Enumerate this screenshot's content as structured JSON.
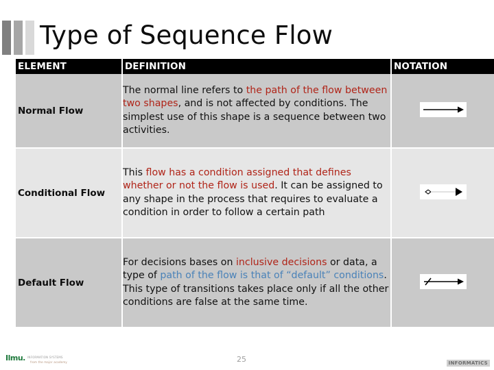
{
  "slide": {
    "title": "Type of Sequence Flow",
    "page_number": "25",
    "decor_colors": [
      "#808080",
      "#a6a6a6",
      "#d9d9d9"
    ]
  },
  "colors": {
    "header_bg": "#000000",
    "header_text": "#ffffff",
    "row_shade_dark": "#c9c9c9",
    "row_shade_light": "#e6e6e6",
    "highlight_red": "#b02418",
    "highlight_blue": "#4a82b8"
  },
  "table": {
    "headers": {
      "element": "ELEMENT",
      "definition": "DEFINITION",
      "notation": "NOTATION"
    },
    "rows": [
      {
        "element": "Normal Flow",
        "definition_parts": [
          {
            "text": "The normal line refers to ",
            "style": "plain"
          },
          {
            "text": "the path of the flow between two shapes",
            "style": "red"
          },
          {
            "text": ", and is not affected by conditions. The simplest use of this shape is a sequence between two activities.",
            "style": "plain"
          }
        ],
        "notation_icon": "plain-arrow-icon",
        "shade": "dark"
      },
      {
        "element": "Conditional Flow",
        "definition_parts": [
          {
            "text": "This ",
            "style": "plain"
          },
          {
            "text": "flow has a condition assigned that defines whether or not the flow is used",
            "style": "red"
          },
          {
            "text": ". It can be assigned to any shape in the process that requires to evaluate a condition in order to follow a certain path",
            "style": "plain"
          }
        ],
        "notation_icon": "diamond-arrow-icon",
        "shade": "light"
      },
      {
        "element": "Default Flow",
        "definition_parts": [
          {
            "text": "For decisions bases on ",
            "style": "plain"
          },
          {
            "text": "inclusive decisions",
            "style": "red"
          },
          {
            "text": " or data, a type of ",
            "style": "plain"
          },
          {
            "text": "path of the flow is that of “default” conditions",
            "style": "blue"
          },
          {
            "text": ". This type of transitions takes place only if all the other conditions are false at the same time.",
            "style": "plain"
          }
        ],
        "notation_icon": "slashed-arrow-icon",
        "shade": "dark"
      }
    ]
  },
  "footer": {
    "logo_mark": "Ilmu.",
    "logo_tagline_1": "INFORMATION SYSTEMS",
    "logo_tagline_2": "from the major academy",
    "right_logo": "INFORMATICS"
  }
}
